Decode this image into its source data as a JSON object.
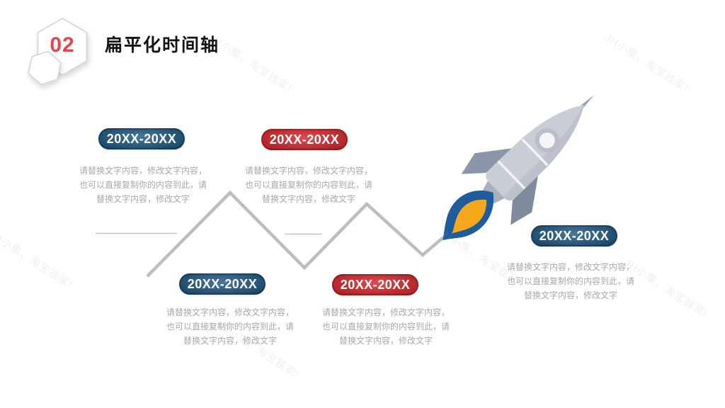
{
  "slide": {
    "badge_number": "02",
    "title": "扁平化时间轴"
  },
  "watermark_text": "JH小集，淘宝独家!",
  "timeline": {
    "placeholder_lines": [
      "请替换文字内容，修改文字内容，",
      "也可以直接复制你的内容到此，请",
      "替换文字内容，修改文字"
    ],
    "items": [
      {
        "label": "20XX-20XX",
        "color_name": "blue"
      },
      {
        "label": "20XX-20XX",
        "color_name": "red"
      },
      {
        "label": "20XX-20XX",
        "color_name": "blue"
      },
      {
        "label": "20XX-20XX",
        "color_name": "red"
      },
      {
        "label": "20XX-20XX",
        "color_name": "blue"
      }
    ]
  },
  "colors": {
    "pill_blue": "#15527f",
    "pill_red": "#d41f24",
    "badge_red": "#e2474e",
    "line_gray": "#bdbdbf",
    "body_text_gray": "#a8a8a8",
    "rocket_body": "#c9cdd6",
    "rocket_fin": "#8d96a8",
    "flame_blue": "#1f5c9e",
    "flame_yellow": "#f4a91d"
  }
}
